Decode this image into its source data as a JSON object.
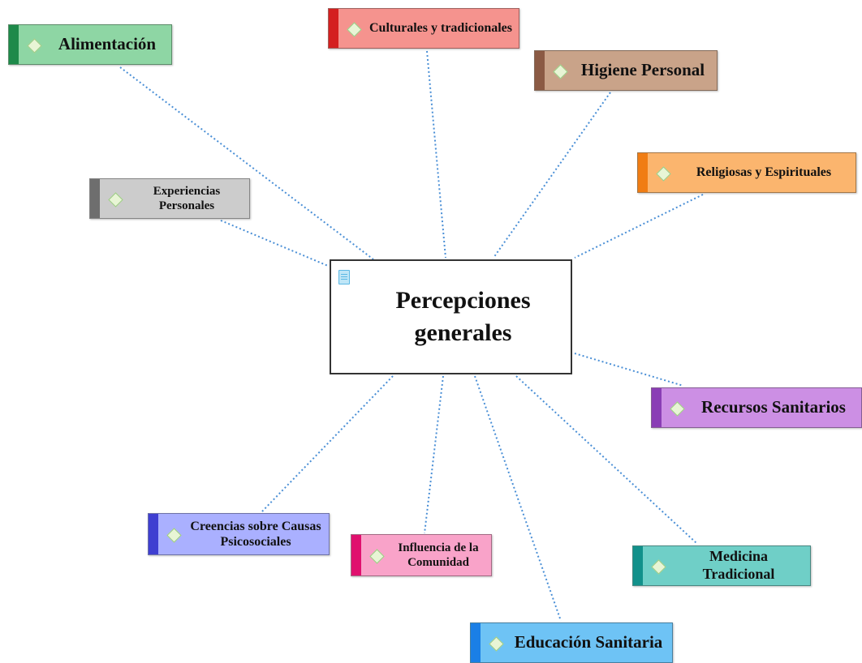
{
  "central_topic": "Percepciones generales",
  "topics": [
    {
      "key": "alimentacion",
      "label": "Alimentación",
      "fill": "#8ed6a4",
      "accent": "#1e8a4a"
    },
    {
      "key": "culturales",
      "label": "Culturales y tradicionales",
      "fill": "#f5938e",
      "accent": "#d41f1f"
    },
    {
      "key": "higiene",
      "label": "Higiene Personal",
      "fill": "#c9a389",
      "accent": "#8b5a44"
    },
    {
      "key": "religiosas",
      "label": "Religiosas y Espirituales",
      "fill": "#fbb56e",
      "accent": "#f07d14"
    },
    {
      "key": "experiencias",
      "label": "Experiencias Personales",
      "fill": "#cccccc",
      "accent": "#6e6e6e"
    },
    {
      "key": "recursos",
      "label": "Recursos Sanitarios",
      "fill": "#cc8fe4",
      "accent": "#8a3db5"
    },
    {
      "key": "creencias",
      "label": "Creencias sobre Causas Psicosociales",
      "fill": "#aab0ff",
      "accent": "#3f3fd1"
    },
    {
      "key": "influencia",
      "label": "Influencia de la Comunidad",
      "fill": "#f9a3c9",
      "accent": "#e0106e"
    },
    {
      "key": "medicina",
      "label": "Medicina Tradicional",
      "fill": "#6fcfc7",
      "accent": "#12918b"
    },
    {
      "key": "educacion",
      "label": "Educación Sanitaria",
      "fill": "#6ec3f5",
      "accent": "#1a7fe6"
    }
  ],
  "link_color": "#4a8fd6"
}
